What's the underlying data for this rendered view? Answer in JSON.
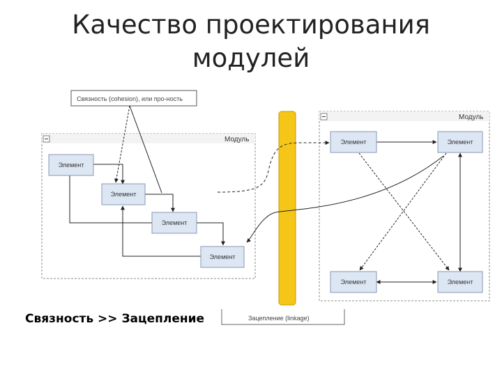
{
  "title": {
    "line1": "Качество проектирования",
    "line2": "модулей"
  },
  "caption": "Связность >> Зацепление",
  "notes": {
    "cohesion": "Связность (cohesion), или про-ность",
    "coupling": "Зацепление (linkage)"
  },
  "modules": {
    "left": {
      "label": "Модуль",
      "collapse": "−",
      "elements": [
        "Элемент",
        "Элемент",
        "Элемент",
        "Элемент"
      ]
    },
    "right": {
      "label": "Модуль",
      "collapse": "−",
      "elements": [
        "Элемент",
        "Элемент",
        "Элемент",
        "Элемент"
      ]
    }
  },
  "colors": {
    "element_fill": "#dde7f4",
    "element_border": "#8797b3",
    "separator": "#f5c518",
    "module_border": "#8c8c8c"
  }
}
